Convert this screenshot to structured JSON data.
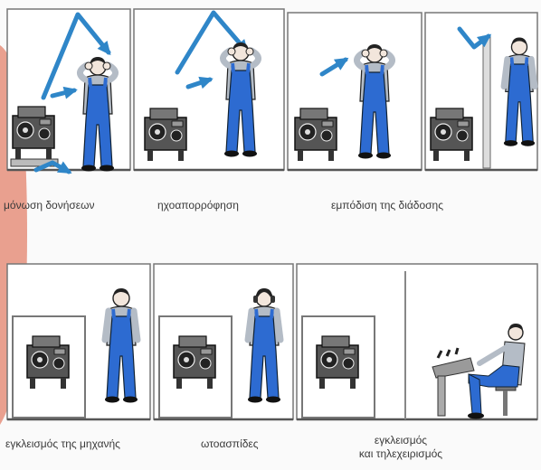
{
  "captions": {
    "c1": "μόνωση δονήσεων",
    "c2": "ηχοαπορρόφηση",
    "c3": "εμπόδιση της διάδοσης",
    "c4": "εγκλεισμός της μηχανής",
    "c5": "ωτοασπίδες",
    "c6a": "εγκλεισμός",
    "c6b": "και τηλεχειρισμός"
  },
  "colors": {
    "worker_blue": "#2d6bd1",
    "shirt_gray": "#b4bcc6",
    "arrow_blue": "#2f86c8",
    "machine_dark": "#2b2b2b",
    "machine_mid": "#8a8a8a",
    "accent_salmon": "#e9a08f"
  }
}
